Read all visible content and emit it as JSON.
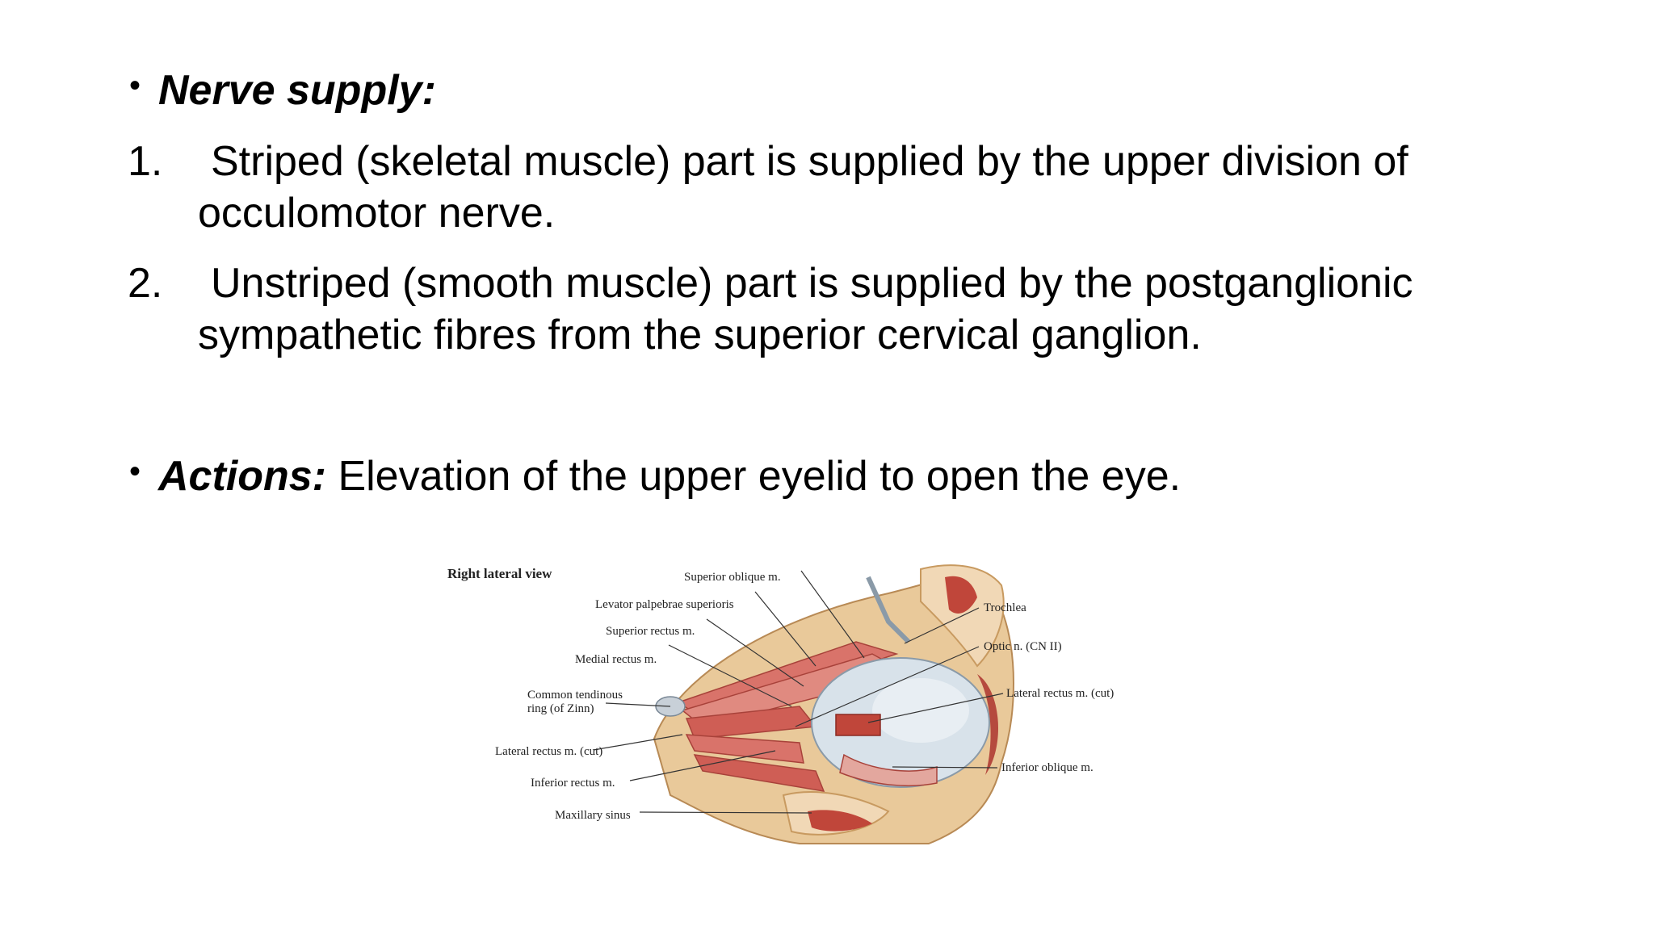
{
  "nerve_supply": {
    "heading": "Nerve supply:",
    "items": [
      {
        "number": "1.",
        "text": "Striped (skeletal muscle) part is supplied by the upper division of occulomotor nerve."
      },
      {
        "number": "2.",
        "text": "Unstriped (smooth muscle) part is supplied by the postganglionic sympathetic fibres from the superior cervical ganglion."
      }
    ]
  },
  "actions": {
    "heading": "Actions:",
    "text": " Elevation of the upper eyelid to open the eye."
  },
  "figure": {
    "view_label": "Right lateral view",
    "labels": {
      "superior_oblique": "Superior oblique m.",
      "levator": "Levator palpebrae superioris",
      "superior_rectus": "Superior rectus m.",
      "medial_rectus": "Medial rectus m.",
      "common_ring_1": "Common tendinous",
      "common_ring_2": "ring (of Zinn)",
      "lateral_rectus_left": "Lateral rectus m. (cut)",
      "inferior_rectus": "Inferior rectus m.",
      "maxillary_sinus": "Maxillary sinus",
      "trochlea": "Trochlea",
      "optic_nerve": "Optic n. (CN II)",
      "lateral_rectus_right": "Lateral rectus m. (cut)",
      "inferior_oblique": "Inferior oblique m."
    }
  }
}
